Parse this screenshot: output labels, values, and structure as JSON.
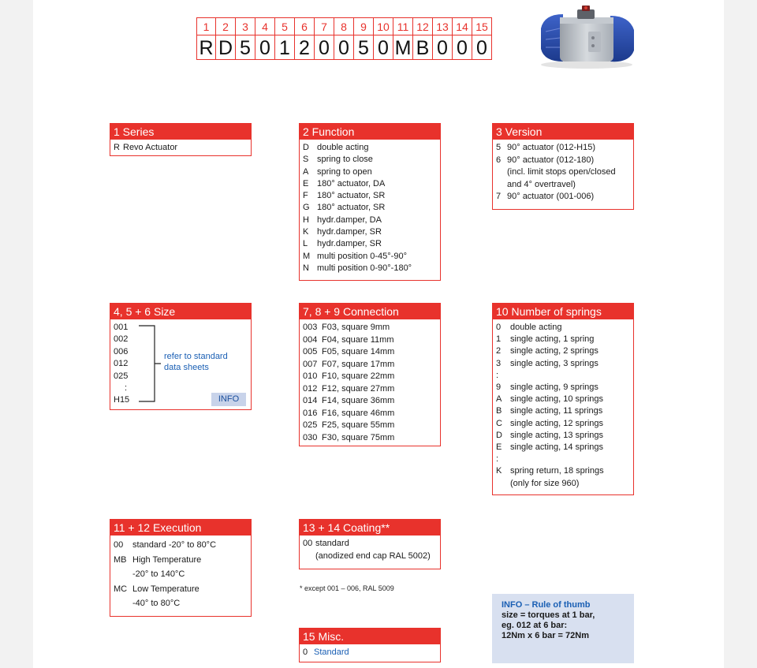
{
  "code": {
    "positions": [
      "1",
      "2",
      "3",
      "4",
      "5",
      "6",
      "7",
      "8",
      "9",
      "10",
      "11",
      "12",
      "13",
      "14",
      "15"
    ],
    "chars": [
      "R",
      "D",
      "5",
      "0",
      "1",
      "2",
      "0",
      "0",
      "5",
      "0",
      "M",
      "B",
      "0",
      "0",
      "0"
    ]
  },
  "series": {
    "title": "1 Series",
    "rows": [
      {
        "k": "R",
        "v": "Revo Actuator"
      }
    ]
  },
  "function": {
    "title": "2 Function",
    "rows": [
      {
        "k": "D",
        "v": "double acting"
      },
      {
        "k": "S",
        "v": "spring to close"
      },
      {
        "k": "A",
        "v": "spring to open"
      },
      {
        "k": "E",
        "v": "180° actuator, DA"
      },
      {
        "k": "F",
        "v": "180° actuator, SR"
      },
      {
        "k": "G",
        "v": "180° actuator, SR"
      },
      {
        "k": "H",
        "v": "hydr.damper, DA"
      },
      {
        "k": "K",
        "v": "hydr.damper, SR"
      },
      {
        "k": "L",
        "v": "hydr.damper, SR"
      },
      {
        "k": "M",
        "v": "multi position 0-45°-90°"
      },
      {
        "k": "N",
        "v": "multi position 0-90°-180°"
      }
    ]
  },
  "version": {
    "title": "3 Version",
    "rows": [
      {
        "k": "5",
        "v": "90° actuator (012-H15)"
      },
      {
        "k": "6",
        "v": "90° actuator (012-180)"
      },
      {
        "k": "",
        "v": "(incl. limit stops open/closed"
      },
      {
        "k": "",
        "v": "and 4° overtravel)"
      },
      {
        "k": "7",
        "v": "90° actuator (001-006)"
      }
    ]
  },
  "size": {
    "title": "4, 5 + 6 Size",
    "items": [
      "001",
      "002",
      "006",
      "012",
      "025",
      ":",
      "H15"
    ],
    "refer": [
      "refer to standard",
      "data sheets"
    ],
    "info": "INFO"
  },
  "connection": {
    "title": "7, 8 + 9 Connection",
    "rows": [
      {
        "k": "003",
        "v": "F03, square 9mm"
      },
      {
        "k": "004",
        "v": "F04, square 11mm"
      },
      {
        "k": "005",
        "v": "F05, square 14mm"
      },
      {
        "k": "007",
        "v": "F07, square 17mm"
      },
      {
        "k": "010",
        "v": "F10, square 22mm"
      },
      {
        "k": "012",
        "v": "F12, square 27mm"
      },
      {
        "k": "014",
        "v": "F14, square 36mm"
      },
      {
        "k": "016",
        "v": "F16, square 46mm"
      },
      {
        "k": "025",
        "v": "F25, square 55mm"
      },
      {
        "k": "030",
        "v": "F30, square 75mm"
      }
    ]
  },
  "springs": {
    "title": "10 Number of springs",
    "rows": [
      {
        "k": "0",
        "v": "double acting"
      },
      {
        "k": "1",
        "v": "single acting, 1 spring"
      },
      {
        "k": "2",
        "v": "single acting, 2 springs"
      },
      {
        "k": "3",
        "v": "single acting, 3 springs"
      },
      {
        "k": ":",
        "v": ""
      },
      {
        "k": "9",
        "v": "single acting, 9 springs"
      },
      {
        "k": "A",
        "v": "single acting, 10 springs"
      },
      {
        "k": "B",
        "v": "single acting, 11 springs"
      },
      {
        "k": "C",
        "v": "single acting, 12 springs"
      },
      {
        "k": "D",
        "v": "single acting, 13 springs"
      },
      {
        "k": "E",
        "v": "single acting, 14 springs"
      },
      {
        "k": ":",
        "v": ""
      },
      {
        "k": "K",
        "v": "spring return, 18 springs"
      },
      {
        "k": "",
        "v": "(only for size 960)"
      }
    ]
  },
  "execution": {
    "title": "11 + 12 Execution",
    "rows": [
      {
        "k": "00",
        "v": "standard  -20° to 80°C"
      },
      {
        "k": "MB",
        "v": "High Temperature"
      },
      {
        "k": "",
        "v": "-20° to 140°C"
      },
      {
        "k": "MC",
        "v": "Low Temperature"
      },
      {
        "k": "",
        "v": "-40° to 80°C"
      }
    ]
  },
  "coating": {
    "title": "13 + 14 Coating**",
    "rows": [
      {
        "k": "00",
        "v": "standard"
      },
      {
        "k": "",
        "v": "(anodized end cap RAL 5002)"
      }
    ],
    "note": "* except 001 – 006, RAL 5009"
  },
  "misc": {
    "title": "15 Misc.",
    "rows": [
      {
        "k": "0",
        "v": "Standard"
      }
    ]
  },
  "info_box": {
    "title": "INFO – Rule of thumb",
    "lines": [
      "size = torques at 1 bar,",
      "eg. 012 at 6 bar:",
      "12Nm x 6 bar = 72Nm"
    ]
  },
  "colors": {
    "accent": "#e8322c",
    "link": "#1a5fb4",
    "info_bg": "#d8e0f0"
  },
  "icons": {
    "product_image": "actuator-image"
  }
}
